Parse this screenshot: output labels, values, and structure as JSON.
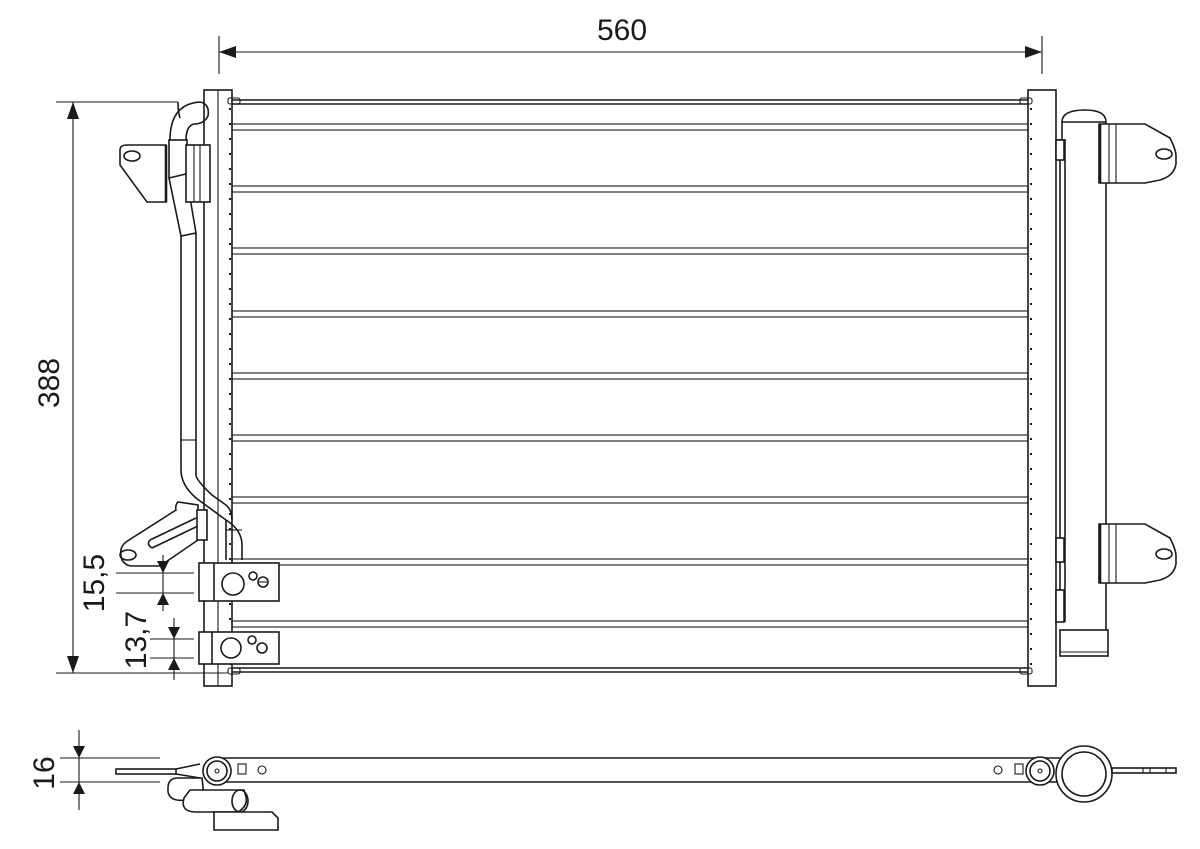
{
  "drawing": {
    "subject": "Condenser technical drawing",
    "units": "mm",
    "views": [
      "front-view",
      "top-view"
    ],
    "colors": {
      "line": "#1a1a1a",
      "background": "#ffffff"
    }
  },
  "dimensions": {
    "width": "560",
    "height": "388",
    "upper_port_offset": "15,5",
    "lower_port_offset": "13,7",
    "depth": "16"
  },
  "core": {
    "tube_count": 10
  }
}
